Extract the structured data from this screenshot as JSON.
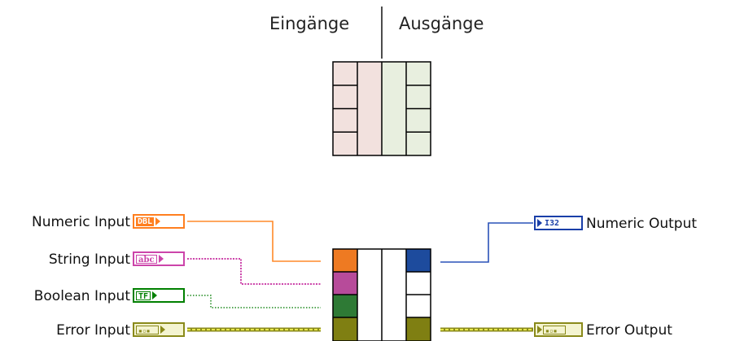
{
  "header": {
    "inputs_label": "Eingänge",
    "outputs_label": "Ausgänge"
  },
  "inputs": [
    {
      "key": "numeric",
      "label": "Numeric Input",
      "type_code": "DBL",
      "color": "#ff7f1f",
      "wire": "solid"
    },
    {
      "key": "string",
      "label": "String Input",
      "type_code": "abc",
      "color": "#cc44aa",
      "wire": "zigzag"
    },
    {
      "key": "boolean",
      "label": "Boolean Input",
      "type_code": "TF",
      "color": "#008000",
      "wire": "dotted"
    },
    {
      "key": "error",
      "label": "Error Input",
      "type_code": "err",
      "color": "#8a8a1a",
      "wire": "cluster"
    }
  ],
  "outputs": [
    {
      "key": "numeric",
      "label": "Numeric Output",
      "type_code": "I32",
      "color": "#1a3fa8",
      "wire": "solid"
    },
    {
      "key": "error",
      "label": "Error Output",
      "type_code": "err",
      "color": "#8a8a1a",
      "wire": "cluster"
    }
  ],
  "pattern_colors": {
    "input_side": "#f2e1de",
    "output_side": "#e8efdf",
    "grid_line": "#000000"
  },
  "connector_colors": {
    "numeric_in": "#ee7a22",
    "string_in": "#b74b9a",
    "boolean_in": "#2e7a35",
    "error_in": "#7f7f12",
    "numeric_out": "#1d4b9d",
    "error_out": "#7f7f12"
  }
}
